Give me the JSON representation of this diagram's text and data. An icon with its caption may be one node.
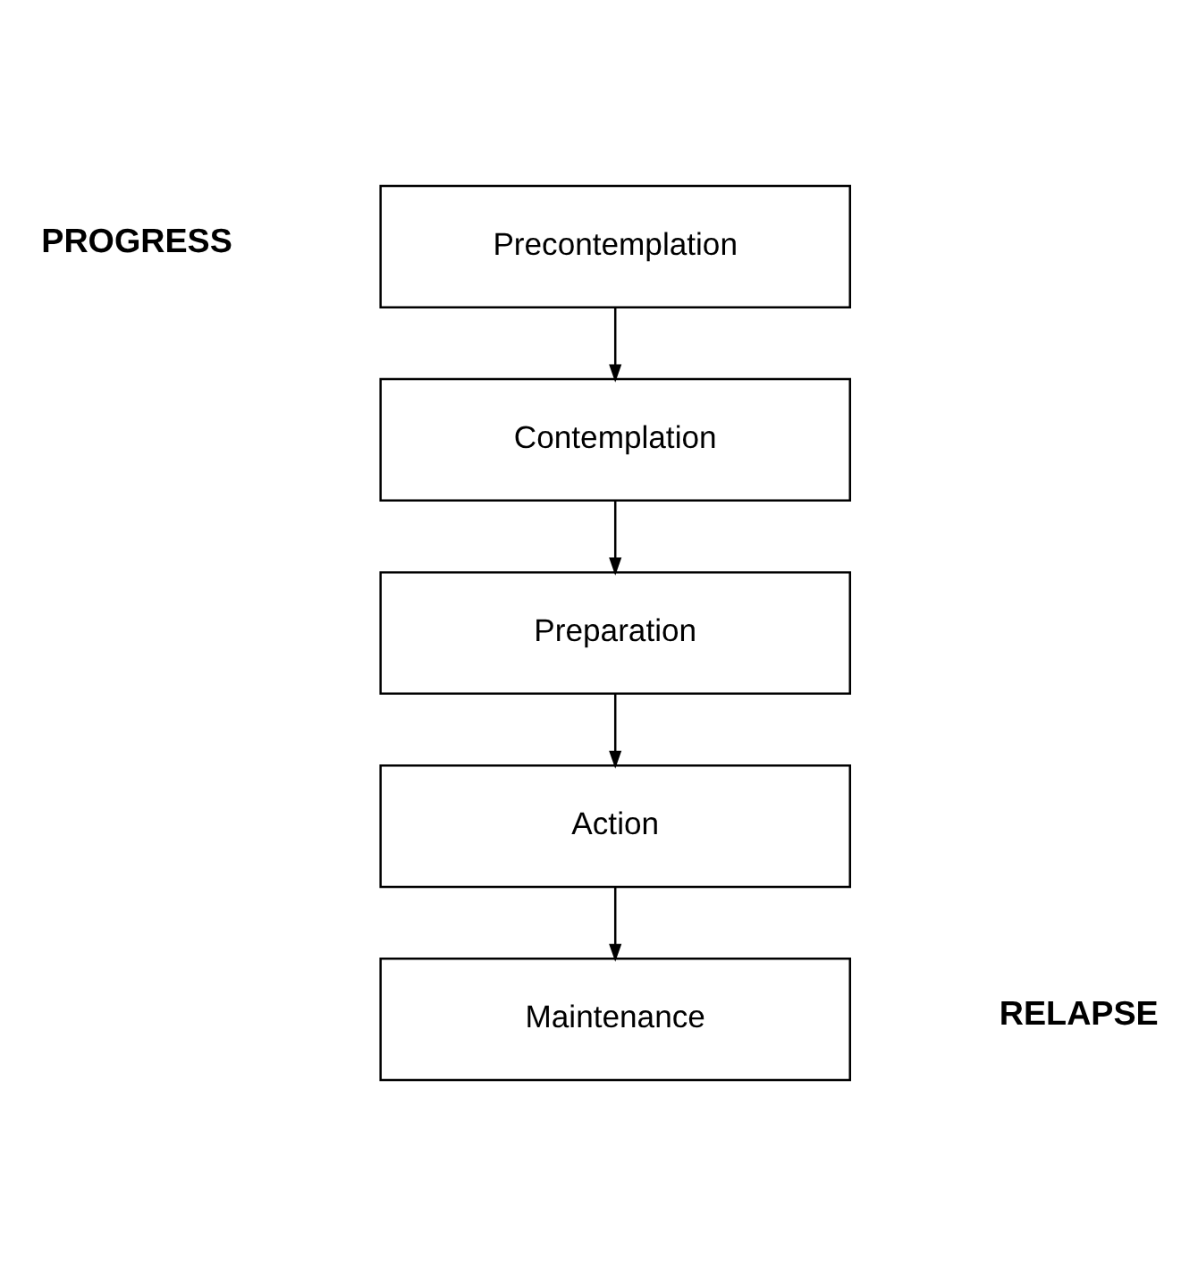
{
  "diagram": {
    "nodes": [
      {
        "text": [
          "Precontemplation"
        ]
      },
      {
        "text": [
          "Contemplation"
        ]
      },
      {
        "text": [
          "Preparation"
        ]
      },
      {
        "text": [
          "Action"
        ]
      },
      {
        "text": [
          "Maintenance"
        ]
      }
    ],
    "edges": [
      {
        "from": 0,
        "to": 1,
        "arrow": "to"
      },
      {
        "from": 1,
        "to": 2,
        "arrow": "to"
      },
      {
        "from": 2,
        "to": 3,
        "arrow": "to"
      },
      {
        "from": 3,
        "to": 4,
        "arrow": "to"
      }
    ],
    "labels": [
      "PROGRESS",
      "RELAPSE"
    ]
  }
}
